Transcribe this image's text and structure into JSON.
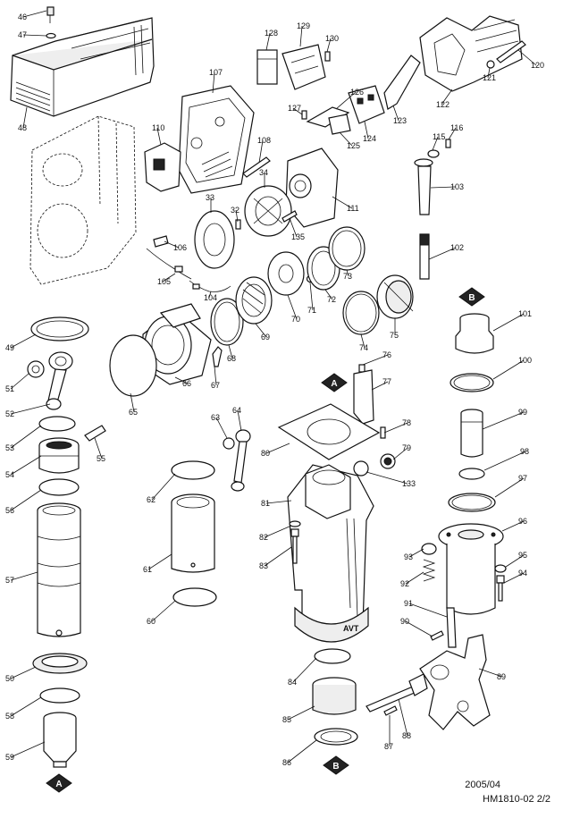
{
  "diagram": {
    "markers": {
      "a": "A",
      "b": "B"
    },
    "parts": [
      {
        "id": "46"
      },
      {
        "id": "47"
      },
      {
        "id": "48"
      },
      {
        "id": "49"
      },
      {
        "id": "50"
      },
      {
        "id": "51"
      },
      {
        "id": "52"
      },
      {
        "id": "53"
      },
      {
        "id": "54"
      },
      {
        "id": "55"
      },
      {
        "id": "56"
      },
      {
        "id": "57"
      },
      {
        "id": "58"
      },
      {
        "id": "59"
      },
      {
        "id": "60"
      },
      {
        "id": "61"
      },
      {
        "id": "62"
      },
      {
        "id": "63"
      },
      {
        "id": "64"
      },
      {
        "id": "65"
      },
      {
        "id": "66"
      },
      {
        "id": "67"
      },
      {
        "id": "68"
      },
      {
        "id": "69"
      },
      {
        "id": "70"
      },
      {
        "id": "71"
      },
      {
        "id": "72"
      },
      {
        "id": "73"
      },
      {
        "id": "74"
      },
      {
        "id": "75"
      },
      {
        "id": "76"
      },
      {
        "id": "77"
      },
      {
        "id": "78"
      },
      {
        "id": "79"
      },
      {
        "id": "80"
      },
      {
        "id": "81"
      },
      {
        "id": "82"
      },
      {
        "id": "83"
      },
      {
        "id": "84"
      },
      {
        "id": "85"
      },
      {
        "id": "86"
      },
      {
        "id": "87"
      },
      {
        "id": "88"
      },
      {
        "id": "89"
      },
      {
        "id": "90"
      },
      {
        "id": "91"
      },
      {
        "id": "92"
      },
      {
        "id": "93"
      },
      {
        "id": "94"
      },
      {
        "id": "95"
      },
      {
        "id": "96"
      },
      {
        "id": "97"
      },
      {
        "id": "98"
      },
      {
        "id": "99"
      },
      {
        "id": "100"
      },
      {
        "id": "101"
      },
      {
        "id": "102"
      },
      {
        "id": "103"
      },
      {
        "id": "104"
      },
      {
        "id": "105"
      },
      {
        "id": "106"
      },
      {
        "id": "107"
      },
      {
        "id": "108"
      },
      {
        "id": "110"
      },
      {
        "id": "111"
      },
      {
        "id": "115"
      },
      {
        "id": "116"
      },
      {
        "id": "120"
      },
      {
        "id": "121"
      },
      {
        "id": "122"
      },
      {
        "id": "123"
      },
      {
        "id": "124"
      },
      {
        "id": "125"
      },
      {
        "id": "126"
      },
      {
        "id": "127"
      },
      {
        "id": "128"
      },
      {
        "id": "129"
      },
      {
        "id": "130"
      },
      {
        "id": "133"
      },
      {
        "id": "135"
      },
      {
        "id": "32"
      },
      {
        "id": "33"
      },
      {
        "id": "34"
      }
    ],
    "casing_text": "AVT"
  },
  "footer": {
    "date": "2005/04",
    "model": "HM1810-02 2/2"
  }
}
